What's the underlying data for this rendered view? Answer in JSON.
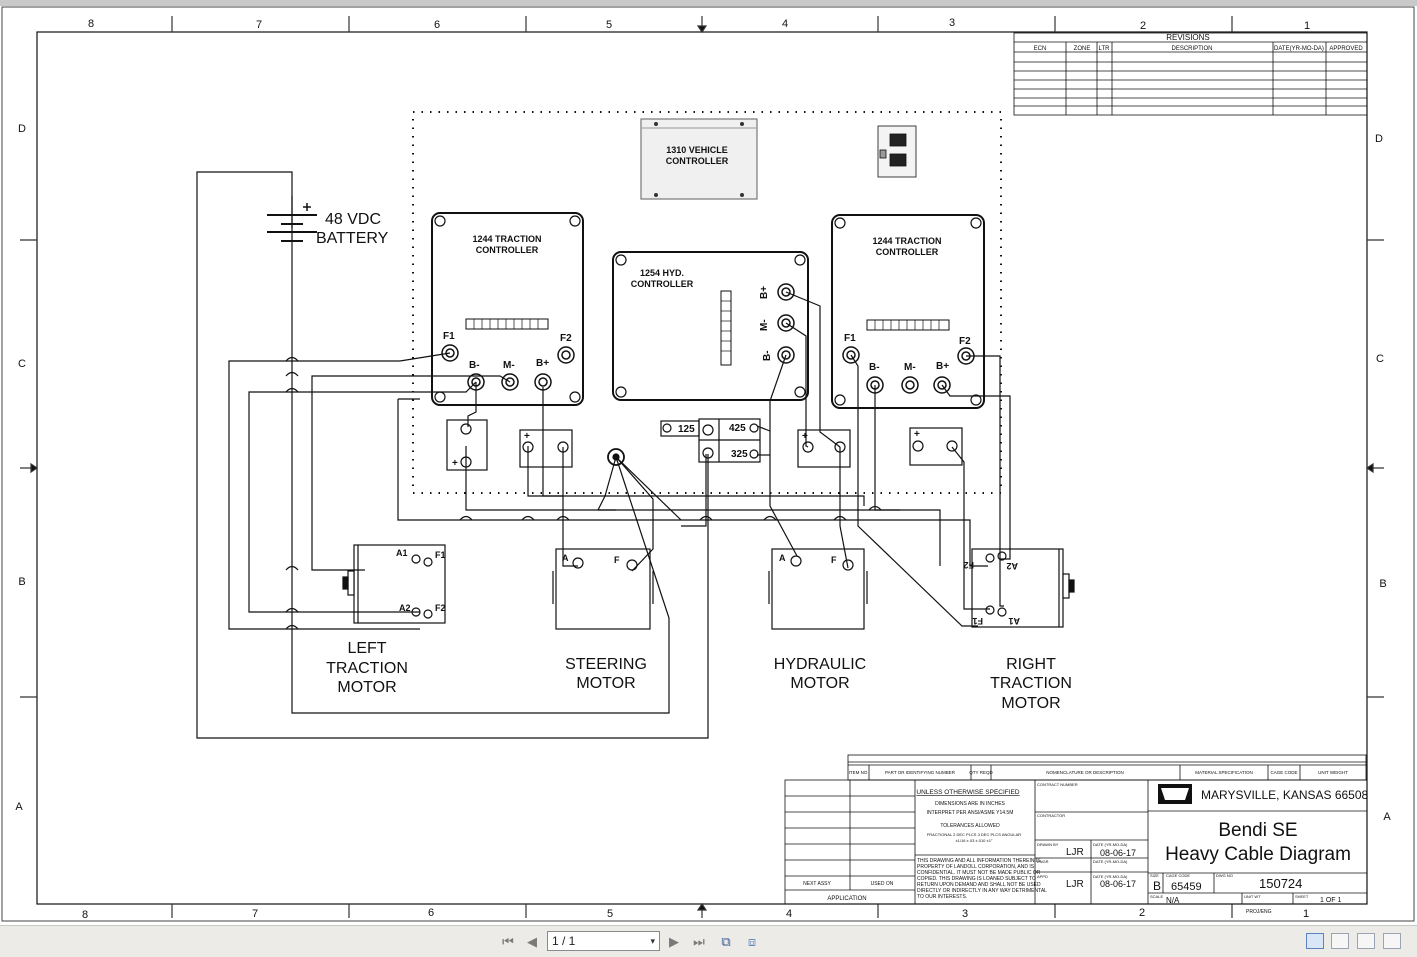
{
  "zones": {
    "columns": [
      "8",
      "7",
      "6",
      "5",
      "4",
      "3",
      "2",
      "1"
    ],
    "rows": [
      "D",
      "C",
      "B",
      "A"
    ]
  },
  "revisions": {
    "title": "REVISIONS",
    "headers": [
      "ECN",
      "ZONE",
      "LTR",
      "DESCRIPTION",
      "DATE(YR-MO-DA)",
      "APPROVED"
    ]
  },
  "components": {
    "battery": [
      "48 VDC",
      "BATTERY"
    ],
    "vehicle_controller": [
      "1310 VEHICLE",
      "CONTROLLER"
    ],
    "left_traction_controller": [
      "1244 TRACTION",
      "CONTROLLER"
    ],
    "hyd_controller": [
      "1254 HYD.",
      "CONTROLLER"
    ],
    "right_traction_controller": [
      "1244 TRACTION",
      "CONTROLLER"
    ],
    "terminals": {
      "f1": "F1",
      "f2": "F2",
      "bminus": "B-",
      "mminus": "M-",
      "bplus": "B+",
      "a": "A",
      "f": "F",
      "a1": "A1",
      "a2": "A2",
      "plus": "+"
    },
    "fuses": {
      "f125": "125",
      "f425": "425",
      "f325": "325"
    },
    "left_motor": [
      "LEFT",
      "TRACTION",
      "MOTOR"
    ],
    "steering_motor": [
      "STEERING",
      "MOTOR"
    ],
    "hydraulic_motor": [
      "HYDRAULIC",
      "MOTOR"
    ],
    "right_motor": [
      "RIGHT",
      "TRACTION",
      "MOTOR"
    ]
  },
  "title_block": {
    "parts_headers": [
      "ITEM NO",
      "PART OR IDENTIFYING NUMBER",
      "QTY REQD",
      "NOMENCLATURE OR DESCRIPTION",
      "MATERIAL SPECIFICATION",
      "CAGE CODE",
      "UNIT WEIGHT"
    ],
    "unless_specified": "UNLESS OTHERWISE SPECIFIED",
    "dims_note": "DIMENSIONS ARE IN INCHES",
    "interpret_note": "INTERPRET PER ANSI/ASME Y14.5M",
    "tolerances": "TOLERANCES ALLOWED",
    "tol_values": "FRACTIONAL  2 DEC PLCS  3 DEC PLCS  ANGULAR",
    "tol_values2": "±1/16      ±.03      ±.010      ±1°",
    "confidential": [
      "THIS DRAWING AND ALL INFORMATION THEREIN IS",
      "PROPERTY OF LANDOLL CORPORATION, AND IS",
      "CONFIDENTIAL. IT MUST NOT BE MADE PUBLIC OR",
      "COPIED. THIS DRAWING IS LOANED SUBJECT TO",
      "RETURN UPON DEMAND AND SHALL NOT BE USED",
      "DIRECTLY OR INDIRECTLY IN ANY WAY DETRIMENTAL",
      "TO OUR INTERESTS."
    ],
    "next_assy": "NEXT ASSY",
    "used_on": "USED ON",
    "application": "APPLICATION",
    "contract_number": "CONTRACT NUMBER",
    "contractor": "CONTRACTOR",
    "drawn_by_label": "DRAWN BY",
    "drawn_by": "LJR",
    "date_label": "DATE (YR-MO-DA)",
    "drawn_date": "08-06-17",
    "engr_label": "ENGR",
    "appd_label": "APPD",
    "appd_by": "LJR",
    "appd_date": "08-06-17",
    "company_location": "MARYSVILLE, KANSAS   66508",
    "title_line1": "Bendi SE",
    "title_line2": "Heavy Cable Diagram",
    "size_label": "SIZE",
    "size": "B",
    "cage_label": "CAGE CODE",
    "cage_code": "65459",
    "dwg_label": "DWG NO",
    "dwg_no": "150724",
    "scale_label": "SCALE",
    "scale": "N/A",
    "unit_wt_label": "UNIT WT",
    "sheet_label": "SHEET",
    "sheet": "1 OF 1",
    "proj_label": "PROJ/ENG"
  },
  "viewer": {
    "page_indicator": "1 / 1",
    "icons": [
      "first-page-icon",
      "prev-page-icon",
      "next-page-icon",
      "last-page-icon",
      "copy-icon",
      "export-icon"
    ]
  }
}
